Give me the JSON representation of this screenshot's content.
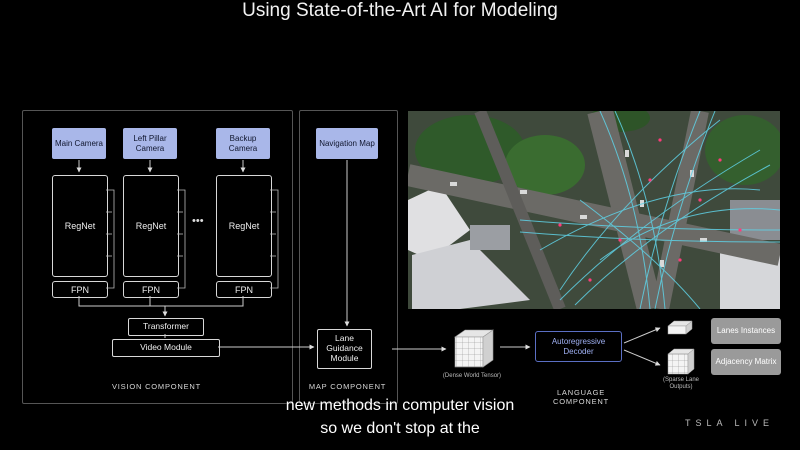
{
  "title": "Using State-of-the-Art AI for Modeling",
  "vision": {
    "cameras": [
      "Main Camera",
      "Left Pillar Camera",
      "Backup Camera"
    ],
    "backbone": "RegNet",
    "neck": "FPN",
    "ellipsis": "•••",
    "transformer": "Transformer",
    "video_module": "Video Module",
    "label": "VISION COMPONENT"
  },
  "map": {
    "navigation": "Navigation Map",
    "lane_guidance": "Lane Guidance Module",
    "label": "MAP COMPONENT"
  },
  "language": {
    "tensor_caption": "(Dense World Tensor)",
    "decoder": "Autoregressive Decoder",
    "label": "LANGUAGE COMPONENT",
    "sparse_caption": "(Sparse Lane Outputs)",
    "outputs": [
      "Lanes Instances",
      "Adjacency Matrix"
    ]
  },
  "subtitles": [
    "new methods in computer vision",
    "so we don't stop at the"
  ],
  "logo": "TSLA LIVE",
  "colors": {
    "camera_fill": "#a9b7e9",
    "decoder_stroke": "#5b6fc4",
    "output_fill": "#9a9a9a",
    "lane_overlay": "#5fd2e6"
  }
}
